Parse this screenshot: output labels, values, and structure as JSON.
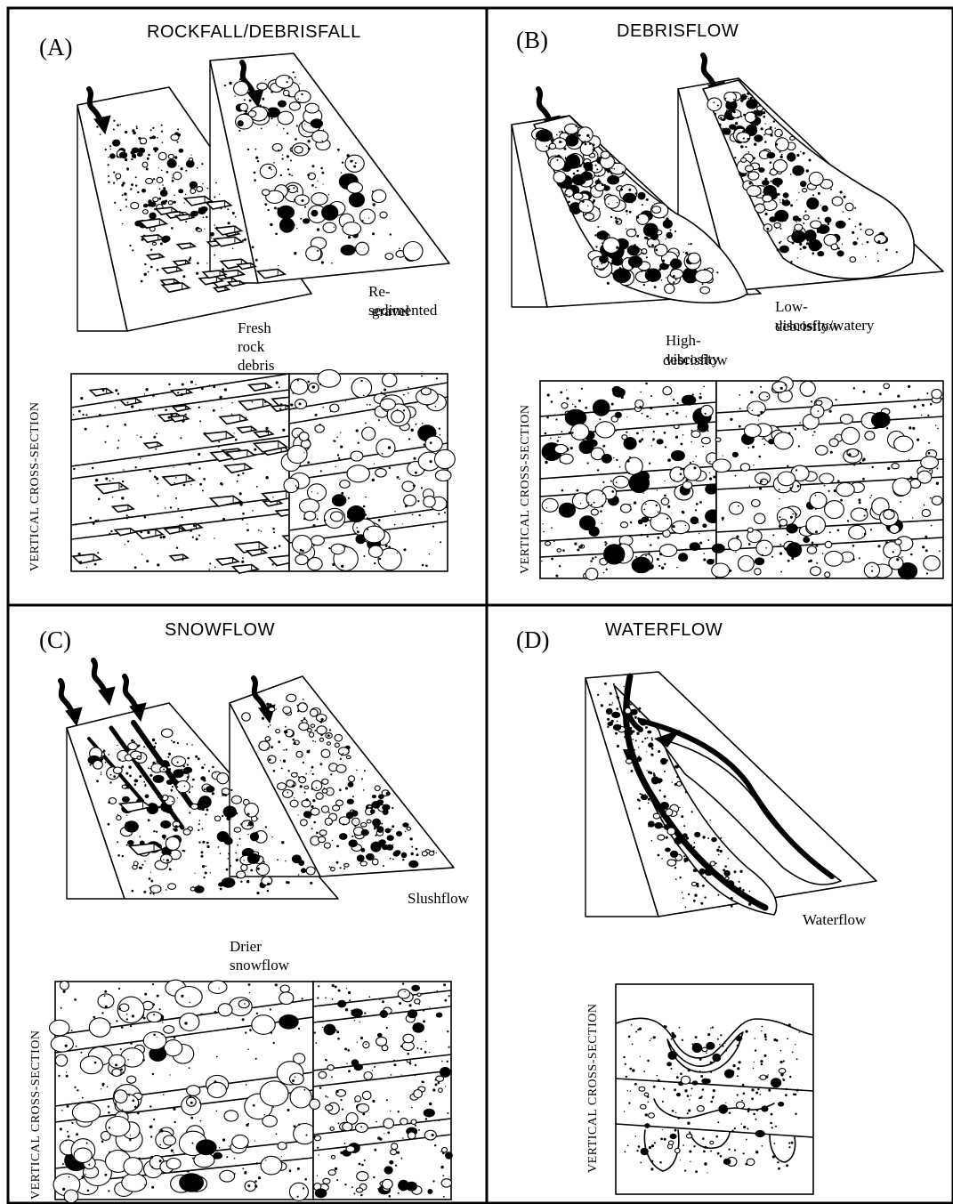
{
  "panels": {
    "A": {
      "letter": "(A)",
      "title": "ROCKFALL/DEBRISFALL",
      "captions": {
        "left": "Fresh rock debris",
        "right_line1": "Re-sedimented",
        "right_line2": "gravel"
      },
      "section_label": "VERTICAL CROSS-SECTION"
    },
    "B": {
      "letter": "(B)",
      "title": "DEBRISFLOW",
      "captions": {
        "left_line1": "High-viscosity",
        "left_line2": "debrisflow",
        "right_line1": "Low-viscosity/watery",
        "right_line2": "debrisflow"
      },
      "section_label": "VERTICAL CROSS-SECTION"
    },
    "C": {
      "letter": "(C)",
      "title": "SNOWFLOW",
      "captions": {
        "left": "Drier snowflow",
        "right": "Slushflow"
      },
      "section_label": "VERTICAL CROSS-SECTION"
    },
    "D": {
      "letter": "(D)",
      "title": "WATERFLOW",
      "captions": {
        "main": "Waterflow"
      },
      "section_label": "VERTICAL CROSS-SECTION"
    }
  }
}
